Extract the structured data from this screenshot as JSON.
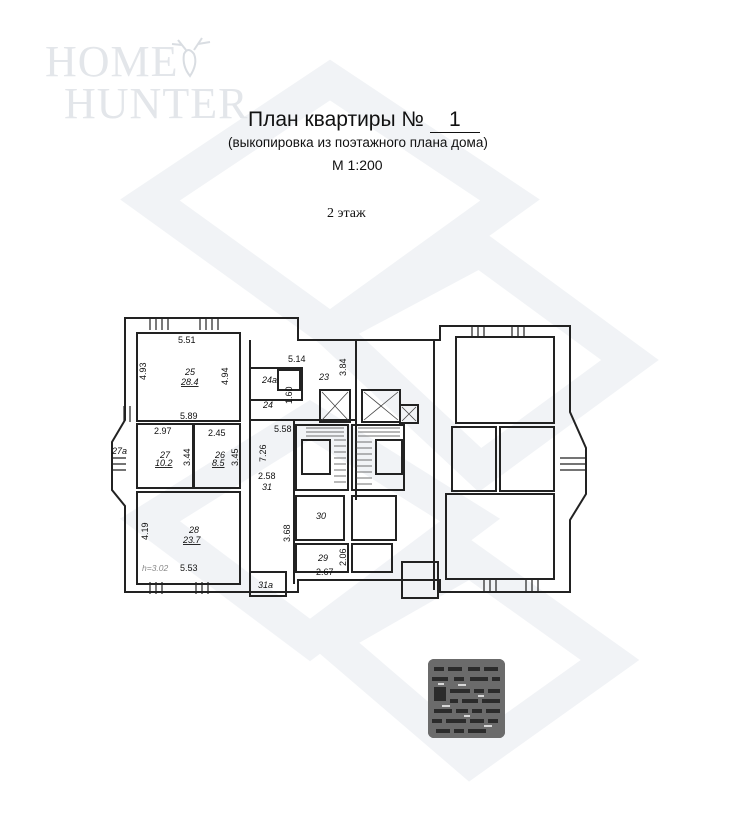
{
  "watermark": {
    "line1": "HOME",
    "line2": "HUNTER",
    "icon": "deer-head-icon"
  },
  "header": {
    "title_prefix": "План квартиры №",
    "apartment_number": "1",
    "subtitle": "(выкопировка из поэтажного плана дома)",
    "scale": "М 1:200",
    "floor": "2 этаж"
  },
  "rooms": [
    {
      "id": "23",
      "area": ""
    },
    {
      "id": "24",
      "area": ""
    },
    {
      "id": "24а",
      "area": ""
    },
    {
      "id": "25",
      "area": "28.4"
    },
    {
      "id": "26",
      "area": "8.5"
    },
    {
      "id": "27",
      "area": "10.2"
    },
    {
      "id": "27а",
      "area": ""
    },
    {
      "id": "28",
      "area": "23.7"
    },
    {
      "id": "29",
      "area": ""
    },
    {
      "id": "30",
      "area": ""
    },
    {
      "id": "31",
      "area": ""
    },
    {
      "id": "31а",
      "area": ""
    }
  ],
  "dimensions": {
    "d551": "5.51",
    "d493": "4.93",
    "d494": "4.94",
    "d589": "5.89",
    "d514": "5.14",
    "d384": "3.84",
    "d160": "1.60",
    "d558": "5.58",
    "d297": "2.97",
    "d245": "2.45",
    "d344": "3.44",
    "d345": "3.45",
    "d726": "7.26",
    "d258": "2.58",
    "d419": "4.19",
    "d553": "5.53",
    "d368": "3.68",
    "d206": "2.06",
    "d267": "2.67",
    "height": "h=3.02"
  },
  "stamp": {
    "icon": "notary-stamp-icon"
  }
}
